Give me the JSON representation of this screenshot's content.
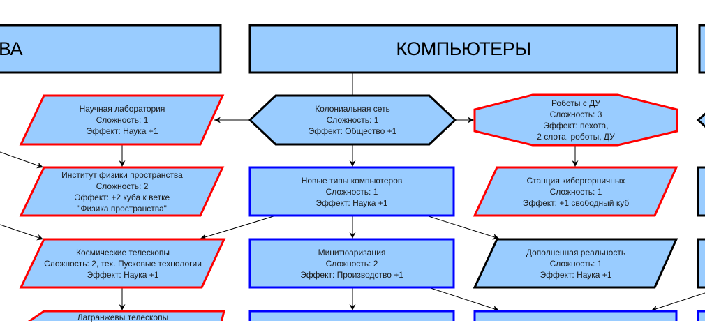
{
  "colors": {
    "fill": "#99ccff",
    "border_black": "#000000",
    "border_red": "#ff0000",
    "border_blue": "#0000ff",
    "edge": "#000000"
  },
  "headers": [
    {
      "id": "h-left",
      "label": "ВА"
    },
    {
      "id": "h-center",
      "label": "КОМПЬЮТЕРЫ"
    },
    {
      "id": "h-right",
      "label": ""
    }
  ],
  "nodes": [
    {
      "id": "sci-lab",
      "lines": [
        "Научная лаборатория",
        "Сложность: 1",
        "Эффект: Наука +1"
      ],
      "border": "red",
      "shape": "parallelogram"
    },
    {
      "id": "colonial-net",
      "lines": [
        "Колониальная сеть",
        "Сложность: 1",
        "Эффект: Общество +1"
      ],
      "border": "black",
      "shape": "hexagon"
    },
    {
      "id": "rc-robots",
      "lines": [
        "Роботы с ДУ",
        "Сложность: 3",
        "Эффект: пехота,",
        "2 слота, роботы, ДУ"
      ],
      "border": "red",
      "shape": "octagon"
    },
    {
      "id": "space-physics",
      "lines": [
        "Институт физики пространства",
        "Сложность: 2",
        "Эффект: +2 куба к ветке",
        "\"Физика пространства\""
      ],
      "border": "red",
      "shape": "parallelogram"
    },
    {
      "id": "new-computers",
      "lines": [
        "Новые типы компьютеров",
        "Сложность: 1",
        "Эффект: Наука +1"
      ],
      "border": "blue",
      "shape": "rect"
    },
    {
      "id": "cyber-maids",
      "lines": [
        "Станция кибергорничных",
        "Сложность: 1",
        "Эффект: +1 свободный куб"
      ],
      "border": "red",
      "shape": "parallelogram"
    },
    {
      "id": "space-telescopes",
      "lines": [
        "Космические телескопы",
        "Сложность: 2, тех. Пусковые технологии",
        "Эффект: Наука +1"
      ],
      "border": "red",
      "shape": "parallelogram"
    },
    {
      "id": "miniaturization",
      "lines": [
        "Минитюаризация",
        "Сложность: 2",
        "Эффект: Производство +1"
      ],
      "border": "blue",
      "shape": "rect"
    },
    {
      "id": "augmented-reality",
      "lines": [
        "Дополненная реальность",
        "Сложность: 1",
        "Эффект: Наука +1"
      ],
      "border": "black",
      "shape": "parallelogram"
    },
    {
      "id": "lagrange-telescopes",
      "lines": [
        "Лагранжевы телескопы"
      ],
      "border": "red",
      "shape": "parallelogram"
    },
    {
      "id": "bottom-center",
      "lines": [],
      "border": "blue",
      "shape": "rect"
    },
    {
      "id": "bottom-right",
      "lines": [],
      "border": "blue",
      "shape": "rect"
    }
  ],
  "edges": [
    {
      "from": "colonial-net",
      "to": "sci-lab"
    },
    {
      "from": "colonial-net",
      "to": "rc-robots"
    },
    {
      "from": "h-center",
      "to": "colonial-net"
    },
    {
      "from": "colonial-net",
      "to": "new-computers"
    },
    {
      "from": "sci-lab",
      "to": "space-physics"
    },
    {
      "from": "rc-robots",
      "to": "cyber-maids"
    },
    {
      "from": "new-computers",
      "to": "space-telescopes"
    },
    {
      "from": "new-computers",
      "to": "miniaturization"
    },
    {
      "from": "new-computers",
      "to": "augmented-reality"
    },
    {
      "from": "space-telescopes",
      "to": "lagrange-telescopes"
    },
    {
      "from": "miniaturization",
      "to": "bottom-center"
    },
    {
      "from": "miniaturization",
      "to": "bottom-right"
    }
  ]
}
